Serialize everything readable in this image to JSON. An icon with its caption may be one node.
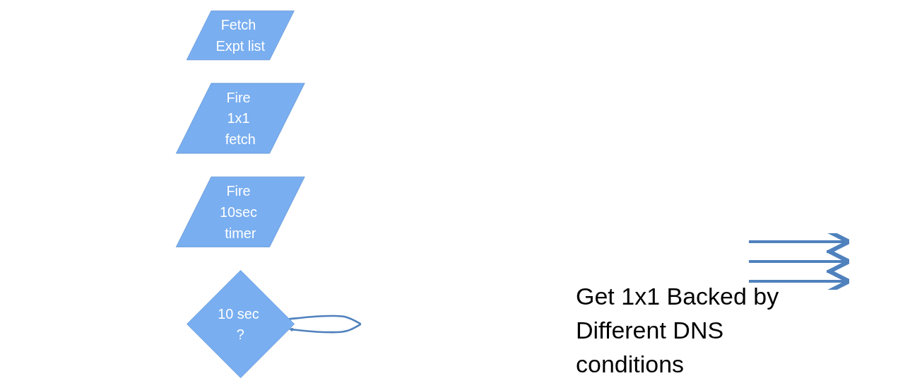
{
  "diagram": {
    "nodes": [
      {
        "text": [
          "Fetch Expt list"
        ]
      },
      {
        "text": [
          "Fire 1x1 fetch"
        ]
      },
      {
        "text": [
          "Fire 10sec timer"
        ]
      },
      {
        "text": [
          "10 sec ?"
        ]
      }
    ],
    "edges": [
      {
        "from": 3,
        "to": 3,
        "arrow": "to"
      }
    ],
    "labels": [
      "Get 1x1 Backed by Different DNS conditions"
    ]
  }
}
